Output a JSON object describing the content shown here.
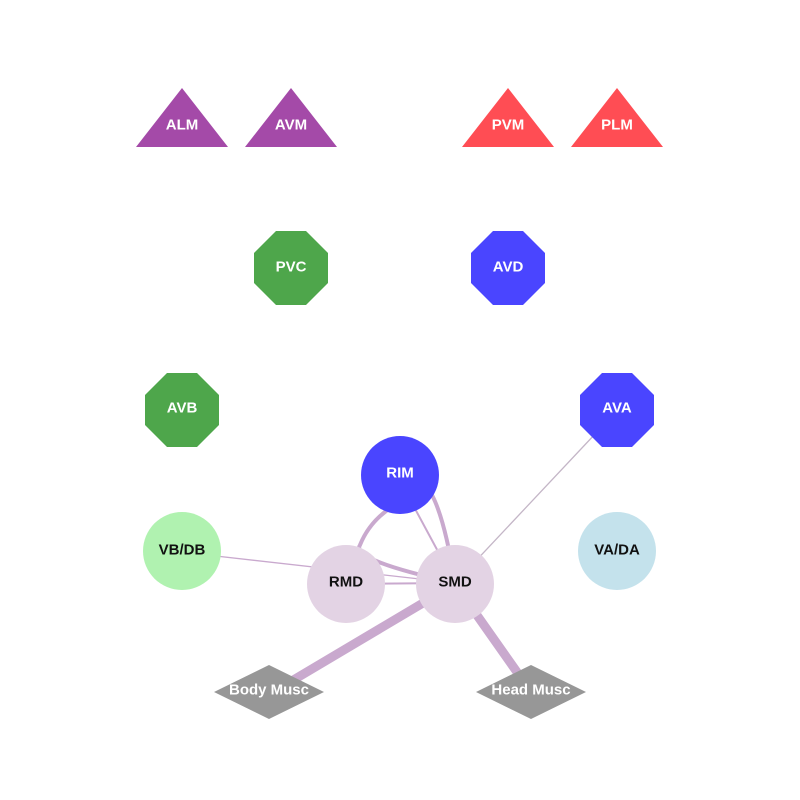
{
  "colors": {
    "purple": "#a44aa8",
    "red": "#ff4d54",
    "green": "#4ea64b",
    "blue": "#4a45ff",
    "light_green": "#b0f2b0",
    "light_blue": "#c4e2ec",
    "lilac": "#e3d3e4",
    "gray": "#979797",
    "edge_color": "#c9a9ce",
    "edge_thin": "#c4b6c7"
  },
  "nodes": {
    "alm": {
      "label": "ALM",
      "shape": "triangle",
      "color": "purple"
    },
    "avm": {
      "label": "AVM",
      "shape": "triangle",
      "color": "purple"
    },
    "pvm": {
      "label": "PVM",
      "shape": "triangle",
      "color": "red"
    },
    "plm": {
      "label": "PLM",
      "shape": "triangle",
      "color": "red"
    },
    "pvc": {
      "label": "PVC",
      "shape": "octagon",
      "color": "green"
    },
    "avd": {
      "label": "AVD",
      "shape": "octagon",
      "color": "blue"
    },
    "avb": {
      "label": "AVB",
      "shape": "octagon",
      "color": "green"
    },
    "ava": {
      "label": "AVA",
      "shape": "octagon",
      "color": "blue"
    },
    "rim": {
      "label": "RIM",
      "shape": "circle",
      "color": "blue"
    },
    "vbdb": {
      "label": "VB/DB",
      "shape": "circle",
      "color": "light_green"
    },
    "vada": {
      "label": "VA/DA",
      "shape": "circle",
      "color": "light_blue"
    },
    "rmd": {
      "label": "RMD",
      "shape": "circle",
      "color": "lilac"
    },
    "smd": {
      "label": "SMD",
      "shape": "circle",
      "color": "lilac"
    },
    "body_musc": {
      "label": "Body Musc",
      "shape": "diamond",
      "color": "gray"
    },
    "head_musc": {
      "label": "Head Musc",
      "shape": "diamond",
      "color": "gray"
    }
  },
  "edges": [
    {
      "from": "SMD",
      "to": "Body Musc",
      "weight": "heavy"
    },
    {
      "from": "SMD",
      "to": "Head Musc",
      "weight": "heavy"
    },
    {
      "from": "RMD",
      "to": "RIM",
      "weight": "medium"
    },
    {
      "from": "RIM",
      "to": "SMD",
      "weight": "medium"
    },
    {
      "from": "RIM",
      "to": "SMD",
      "weight": "thin"
    },
    {
      "from": "RMD",
      "to": "SMD",
      "weight": "thin"
    },
    {
      "from": "VB/DB",
      "to": "SMD",
      "weight": "thin"
    },
    {
      "from": "AVA",
      "to": "SMD",
      "weight": "thin"
    }
  ]
}
